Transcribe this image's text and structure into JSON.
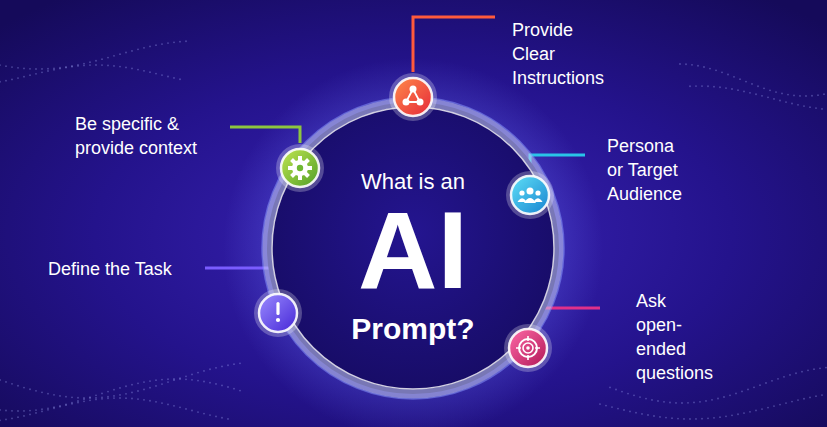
{
  "diagram": {
    "nodes": [
      {
        "text": [
          "What is an",
          "AI",
          "Prompt?"
        ]
      },
      {
        "text": [
          "Provide Clear Instructions"
        ]
      },
      {
        "text": [
          "Be specific & provide context"
        ]
      },
      {
        "text": [
          "Persona or Target Audience"
        ]
      },
      {
        "text": [
          "Define the Task"
        ]
      },
      {
        "text": [
          "Ask open-ended questions"
        ]
      }
    ]
  }
}
